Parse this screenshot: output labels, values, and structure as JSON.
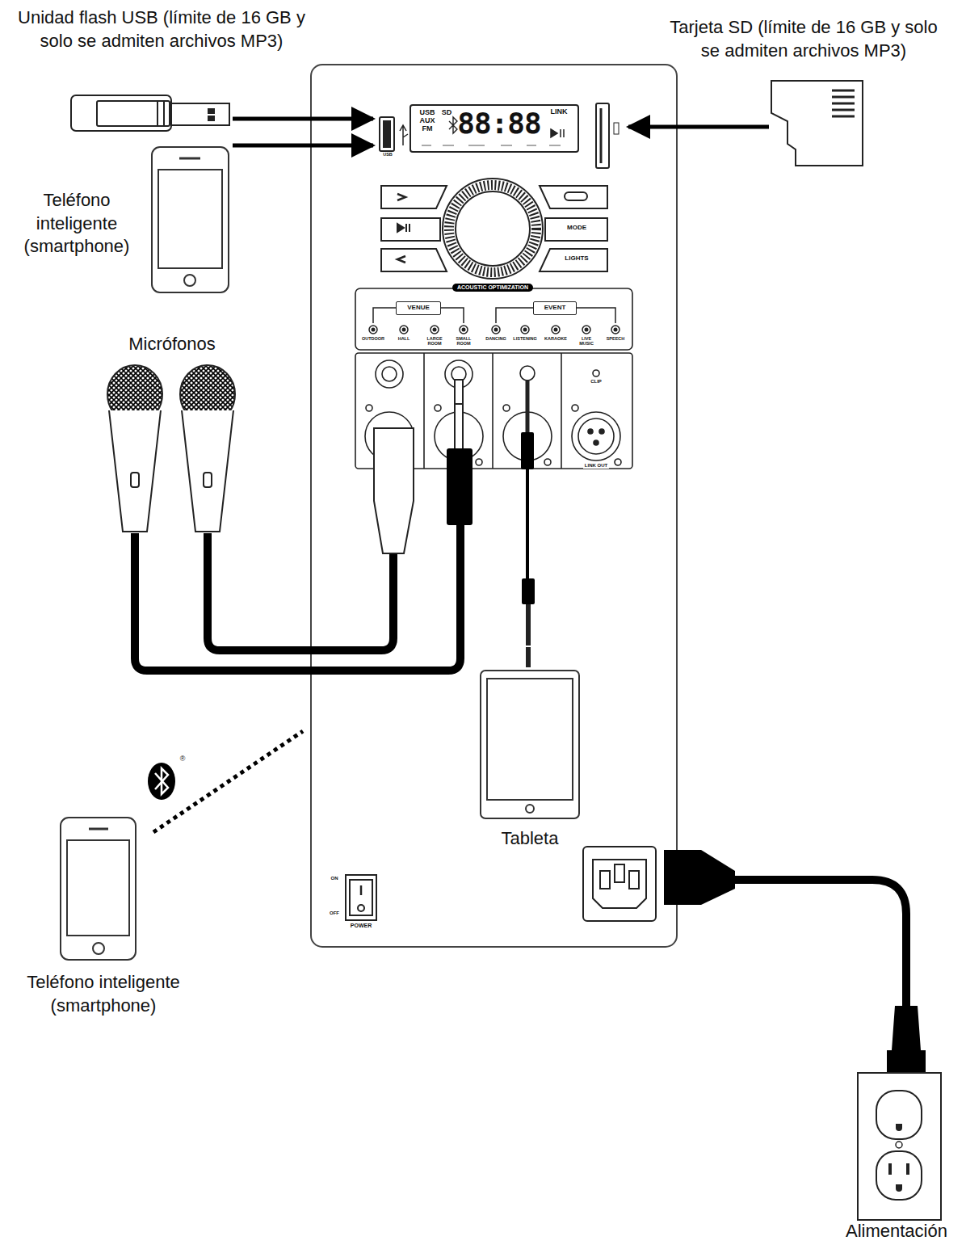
{
  "diagram": {
    "labels": [
      "Unidad flash USB (límite de 16 GB y solo se admiten archivos MP3)",
      "Tarjeta SD (límite de 16 GB y solo se admiten archivos MP3)",
      "Teléfono inteligente (smartphone)",
      "Micrófonos",
      "Tableta",
      "Teléfono inteligente (smartphone)",
      "Alimentación",
      "USB",
      "SD",
      "AUX",
      "FM",
      "88:88",
      "LINK",
      "MODE",
      "LIGHTS",
      "ACOUSTIC OPTIMIZATION",
      "VENUE",
      "EVENT",
      "OUTDOOR",
      "HALL",
      "LARGE ROOM",
      "SMALL ROOM",
      "DANCING",
      "LISTENING",
      "KARAOKE",
      "LIVE MUSIC",
      "SPEECH",
      "CLIP",
      "LINK OUT",
      "POWER",
      "ON",
      "OFF",
      "USB",
      "®"
    ]
  }
}
